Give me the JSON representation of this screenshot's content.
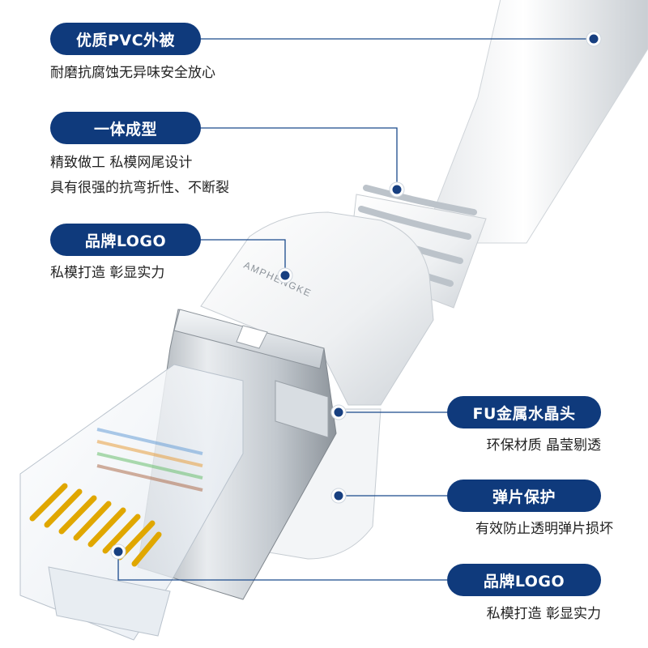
{
  "product": {
    "brand_print": "AMPHENGKE"
  },
  "callouts": [
    {
      "title": "优质PVC外被",
      "lines": [
        "耐磨抗腐蚀无异味安全放心"
      ],
      "icon": "dot-marker-icon"
    },
    {
      "title": "一体成型",
      "lines": [
        "精致做工 私模网尾设计",
        "具有很强的抗弯折性、不断裂"
      ],
      "icon": "dot-marker-icon"
    },
    {
      "title": "品牌LOGO",
      "lines": [
        "私模打造 彰显实力"
      ],
      "icon": "dot-marker-icon"
    },
    {
      "title": "FU金属水晶头",
      "lines": [
        "环保材质 晶莹剔透"
      ],
      "icon": "dot-marker-icon"
    },
    {
      "title": "弹片保护",
      "lines": [
        "有效防止透明弹片损坏"
      ],
      "icon": "dot-marker-icon"
    },
    {
      "title": "品牌LOGO",
      "lines": [
        "私模打造 彰显实力"
      ],
      "icon": "dot-marker-icon"
    }
  ],
  "colors": {
    "pill_bg": "#0f3a7c",
    "line": "#1a4a8c",
    "marker": "#173f80",
    "text": "#222222"
  }
}
